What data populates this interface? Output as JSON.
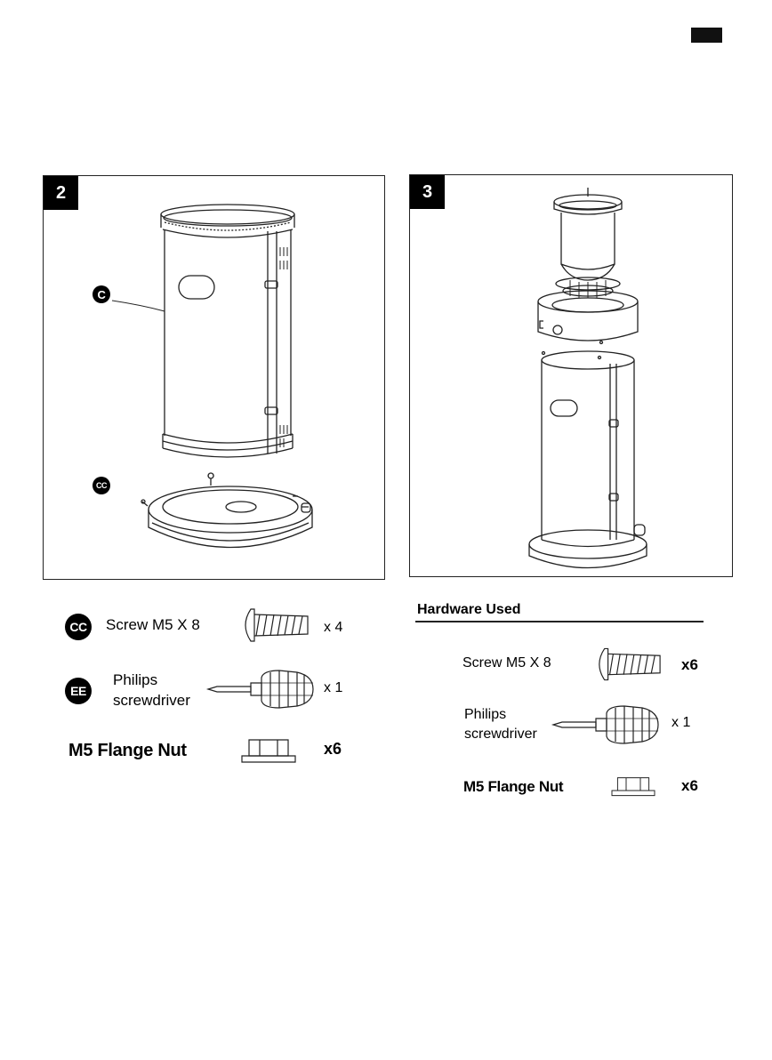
{
  "step2": {
    "number": "2",
    "callouts": {
      "main_part": "C",
      "screw": "CC"
    }
  },
  "step3": {
    "number": "3"
  },
  "left_hardware": {
    "items": [
      {
        "badge": "CC",
        "label": "Screw M5 X 8",
        "qty": "x 4",
        "icon": "screw-icon"
      },
      {
        "badge": "EE",
        "label_line1": "Philips",
        "label_line2": "screwdriver",
        "qty": "x 1",
        "icon": "screwdriver-icon"
      },
      {
        "label": "M5 Flange Nut",
        "qty": "x6",
        "icon": "flange-nut-icon"
      }
    ]
  },
  "right_hardware": {
    "heading": "Hardware Used",
    "items": [
      {
        "label": "Screw M5 X 8",
        "qty": "x6",
        "icon": "screw-icon"
      },
      {
        "label_line1": "Philips",
        "label_line2": "screwdriver",
        "qty": "x 1",
        "icon": "screwdriver-icon"
      },
      {
        "label": "M5 Flange Nut",
        "qty": "x6",
        "icon": "flange-nut-icon"
      }
    ]
  },
  "colors": {
    "ink": "#000000",
    "line": "#222222",
    "paper": "#ffffff"
  }
}
